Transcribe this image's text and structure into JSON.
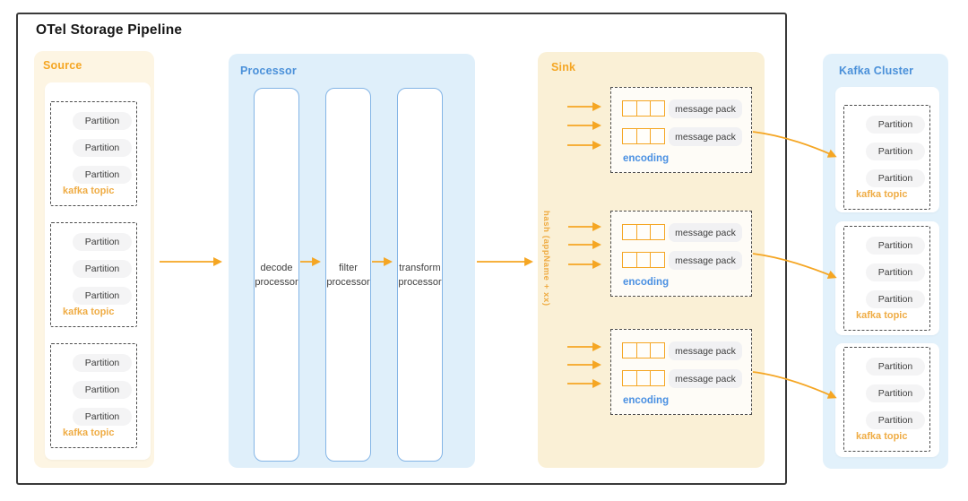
{
  "title": "OTel Storage Pipeline",
  "colors": {
    "accent_orange": "#F5A623",
    "soft_orange": "#EFAC44",
    "accent_blue": "#4A90D9",
    "encoding_blue": "#4A90E2",
    "frame_border": "#3A3A3A",
    "source_bg": "#FDF5E3",
    "sink_bg": "#FAF0D6",
    "processor_bg": "#DFEFFA",
    "kafka_bg": "#E2F1FB"
  },
  "source": {
    "label": "Source",
    "topics": [
      {
        "label": "kafka topic",
        "partitions": [
          "Partition",
          "Partition",
          "Partition"
        ]
      },
      {
        "label": "kafka topic",
        "partitions": [
          "Partition",
          "Partition",
          "Partition"
        ]
      },
      {
        "label": "kafka topic",
        "partitions": [
          "Partition",
          "Partition",
          "Partition"
        ]
      }
    ]
  },
  "processor": {
    "label": "Processor",
    "stages": [
      {
        "line1": "decode",
        "line2": "processor"
      },
      {
        "line1": "filter",
        "line2": "processor"
      },
      {
        "line1": "transform",
        "line2": "processor"
      }
    ]
  },
  "sink": {
    "label": "Sink",
    "hash_label": "hash (appName + xx)",
    "groups": [
      {
        "encoding_label": "encoding",
        "packs": [
          "message pack",
          "message pack"
        ]
      },
      {
        "encoding_label": "encoding",
        "packs": [
          "message pack",
          "message pack"
        ]
      },
      {
        "encoding_label": "encoding",
        "packs": [
          "message pack",
          "message pack"
        ]
      }
    ]
  },
  "kafka_cluster": {
    "label": "Kafka Cluster",
    "topics": [
      {
        "label": "kafka topic",
        "partitions": [
          "Partition",
          "Partition",
          "Partition"
        ]
      },
      {
        "label": "kafka topic",
        "partitions": [
          "Partition",
          "Partition",
          "Partition"
        ]
      },
      {
        "label": "kafka topic",
        "partitions": [
          "Partition",
          "Partition",
          "Partition"
        ]
      }
    ]
  }
}
